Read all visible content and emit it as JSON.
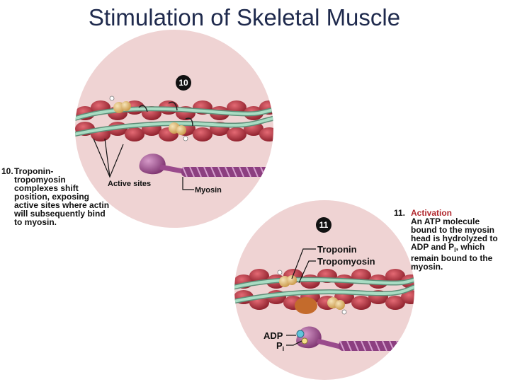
{
  "title": "Stimulation of Skeletal Muscle",
  "step10": {
    "badge": "10",
    "number": "10.",
    "lines": [
      "Troponin-",
      "tropomyosin",
      "complexes shift",
      "position, exposing",
      "active sites where actin",
      "will subsequently bind",
      "to myosin."
    ],
    "label_active_sites": "Active sites",
    "label_myosin": "Myosin"
  },
  "step11": {
    "badge": "11",
    "number": "11.",
    "heading": "Activation",
    "lines": [
      "An ATP molecule",
      "bound to the myosin",
      "head is hydrolyzed to"
    ],
    "line_adp_prefix": "ADP and P",
    "line_adp_sub": "i",
    "line_adp_suffix": ", which",
    "lines_end": [
      "remain bound to the",
      "myosin."
    ],
    "label_troponin": "Troponin",
    "label_tropomyosin": "Tropomyosin",
    "label_adp": "ADP",
    "label_pi": "P",
    "label_pi_sub": "i"
  },
  "colors": {
    "title": "#1f2a4d",
    "circle_bg": "#efd3d3",
    "actin": "#b8323f",
    "tropomyosin": "#9fd3b8",
    "troponin": "#e8c27a",
    "myosin": "#9a4b8c",
    "badge": "#111111",
    "activation": "#b0272d"
  }
}
